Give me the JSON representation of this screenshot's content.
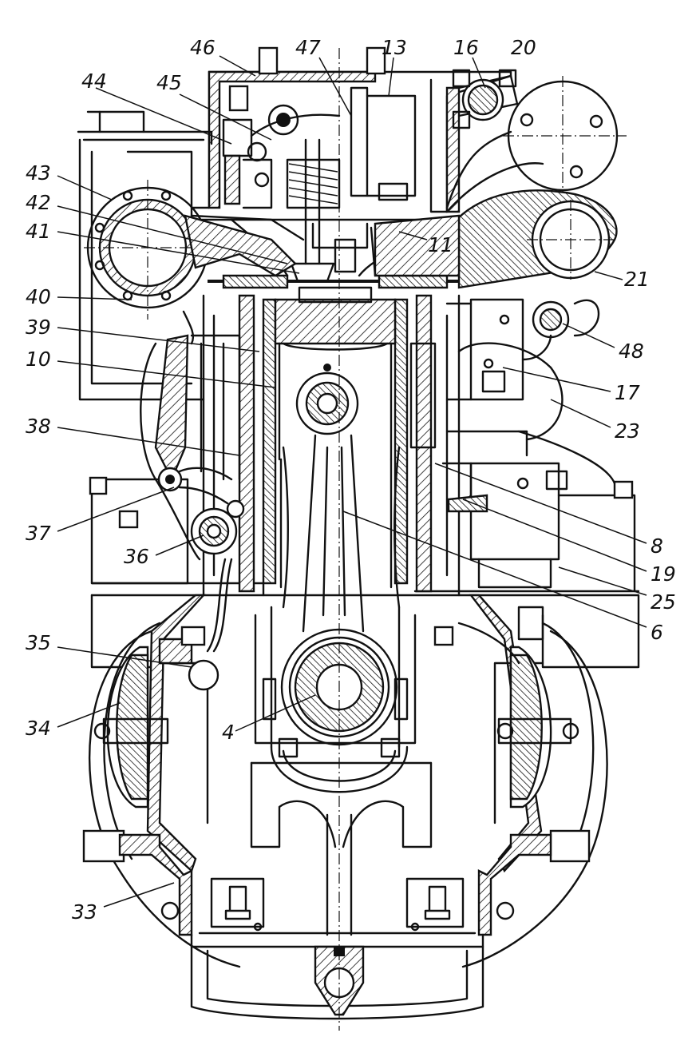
{
  "callouts": [
    {
      "id": "c46",
      "text": "46"
    },
    {
      "id": "c47",
      "text": "47"
    },
    {
      "id": "c13",
      "text": "13"
    },
    {
      "id": "c16",
      "text": "16"
    },
    {
      "id": "c20",
      "text": "20"
    },
    {
      "id": "c44",
      "text": "44"
    },
    {
      "id": "c45",
      "text": "45"
    },
    {
      "id": "c43",
      "text": "43"
    },
    {
      "id": "c42",
      "text": "42"
    },
    {
      "id": "c41",
      "text": "41"
    },
    {
      "id": "c11",
      "text": "11"
    },
    {
      "id": "c21",
      "text": "21"
    },
    {
      "id": "c40",
      "text": "40"
    },
    {
      "id": "c39",
      "text": "39"
    },
    {
      "id": "c48",
      "text": "48"
    },
    {
      "id": "c10",
      "text": "10"
    },
    {
      "id": "c17",
      "text": "17"
    },
    {
      "id": "c23",
      "text": "23"
    },
    {
      "id": "c38",
      "text": "38"
    },
    {
      "id": "c37",
      "text": "37"
    },
    {
      "id": "c36",
      "text": "36"
    },
    {
      "id": "c8",
      "text": "8"
    },
    {
      "id": "c19",
      "text": "19"
    },
    {
      "id": "c25",
      "text": "25"
    },
    {
      "id": "c6",
      "text": "6"
    },
    {
      "id": "c35",
      "text": "35"
    },
    {
      "id": "c34",
      "text": "34"
    },
    {
      "id": "c4",
      "text": "4"
    },
    {
      "id": "c33",
      "text": "33"
    }
  ]
}
